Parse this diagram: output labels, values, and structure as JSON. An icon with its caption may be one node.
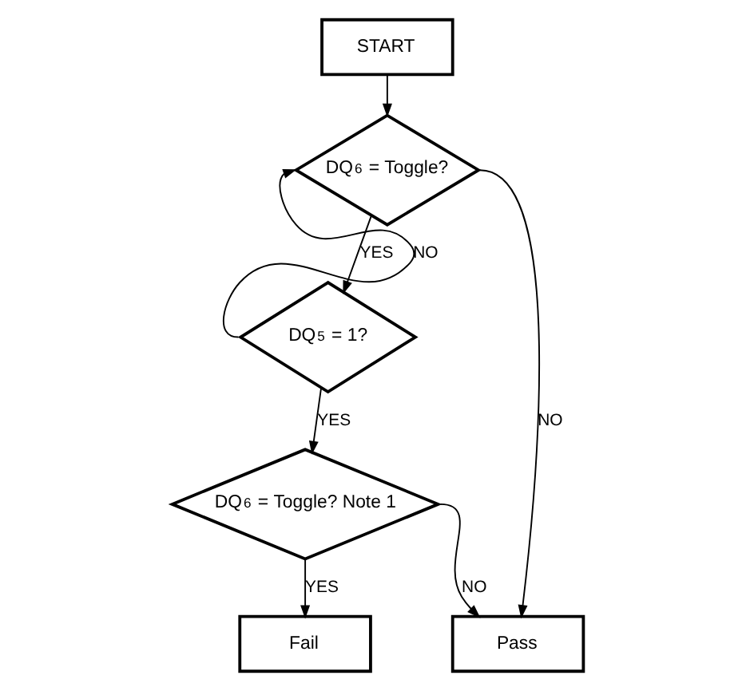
{
  "diagram": {
    "nodes": [
      {
        "text": [
          "START"
        ]
      },
      {
        "text": [
          "DQ$_{6}$ = Toggle?"
        ]
      },
      {
        "text": [
          "DQ$_{5}$ = 1?"
        ]
      },
      {
        "text": [
          "DQ$_{6}$ = Toggle? Note 1"
        ]
      },
      {
        "text": [
          "Fail"
        ]
      },
      {
        "text": [
          "Pass"
        ]
      }
    ],
    "edges": [
      {
        "from": 0,
        "to": 1,
        "arrow": "to"
      },
      {
        "from": 1,
        "to": 5,
        "label": "NO",
        "arrow": "to"
      },
      {
        "from": 1,
        "to": 2,
        "label": "YES",
        "arrow": "to"
      },
      {
        "from": 2,
        "to": 1,
        "label": "NO",
        "arrow": "to"
      },
      {
        "from": 2,
        "to": 3,
        "label": "YES",
        "arrow": "to"
      },
      {
        "from": 3,
        "to": 5,
        "label": "NO",
        "arrow": "to"
      },
      {
        "from": 3,
        "to": 4,
        "label": "YES",
        "arrow": "to"
      }
    ]
  }
}
